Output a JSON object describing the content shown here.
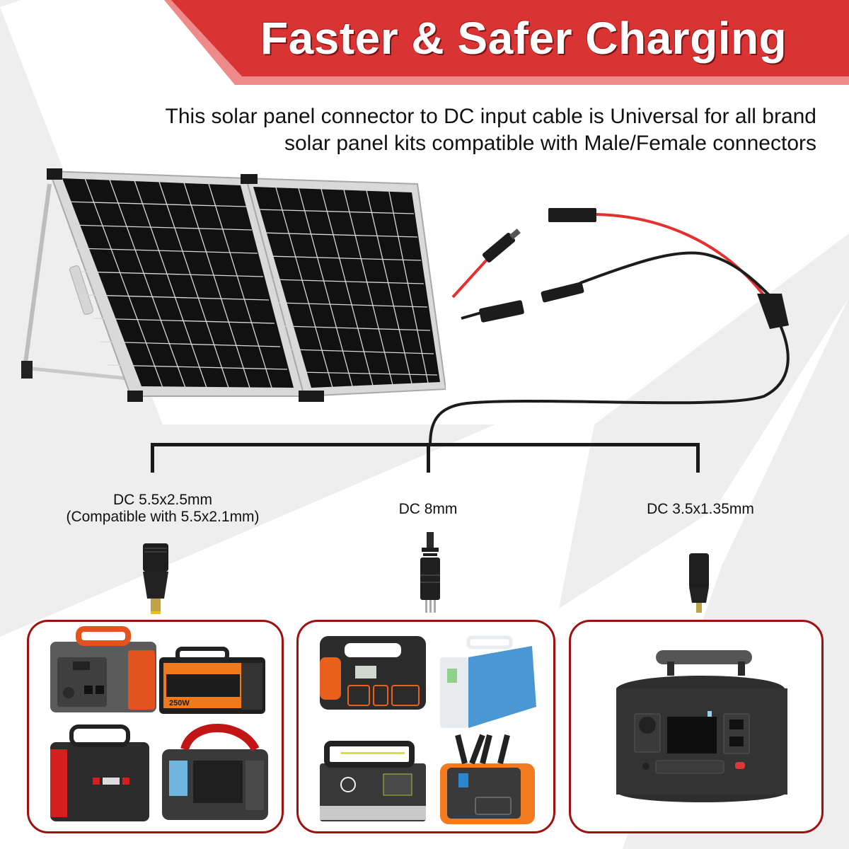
{
  "header": {
    "title": "Faster & Safer Charging",
    "banner_color": "#da3333",
    "banner_shadow_color": "#ef8a8a"
  },
  "description": {
    "line1": "This solar panel connector to DC input cable is Universal for all brand",
    "line2": "solar panel kits compatible with Male/Female connectors"
  },
  "product": {
    "panel": "foldable-solar-panel",
    "cable_colors": {
      "positive": "#e53030",
      "negative": "#1c1c1c"
    }
  },
  "connectors": [
    {
      "label_line1": "DC 5.5x2.5mm",
      "label_line2": "(Compatible with 5.5x2.1mm)",
      "icon": "dc-barrel-plug-icon"
    },
    {
      "label_line1": "DC 8mm",
      "label_line2": "",
      "icon": "dc-8mm-plug-icon"
    },
    {
      "label_line1": "DC 3.5x1.35mm",
      "label_line2": "",
      "icon": "dc-barrel-plug-small-icon"
    }
  ],
  "device_groups": [
    {
      "devices": [
        {
          "name": "gray-orange-power-station"
        },
        {
          "name": "orange-power-station",
          "badge": "250W"
        },
        {
          "name": "black-red-power-station"
        },
        {
          "name": "red-handle-power-station"
        }
      ]
    },
    {
      "devices": [
        {
          "name": "black-orange-power-station"
        },
        {
          "name": "blue-power-station"
        },
        {
          "name": "handled-gray-power-station"
        },
        {
          "name": "orange-v-handle-power-station"
        }
      ]
    },
    {
      "devices": [
        {
          "name": "black-large-power-station"
        }
      ]
    }
  ],
  "colors": {
    "box_border": "#9e1111",
    "bg_gray": "#eeeeee",
    "bracket": "#1a1a1a"
  }
}
